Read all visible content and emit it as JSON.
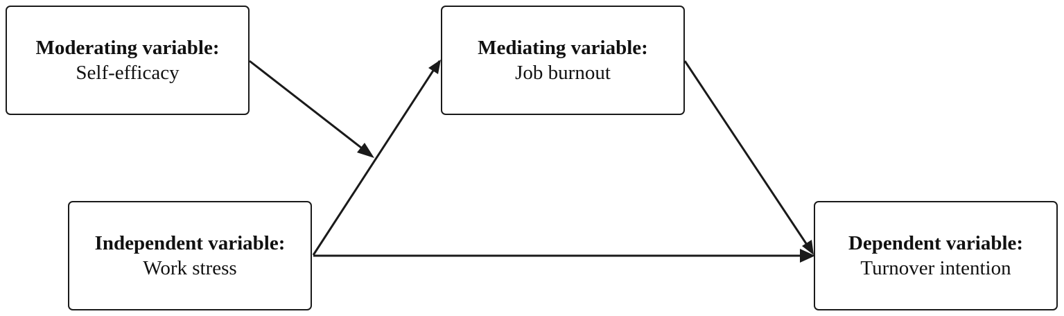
{
  "diagram": {
    "nodes": {
      "moderating": {
        "title": "Moderating variable:",
        "value": "Self-efficacy"
      },
      "mediating": {
        "title": "Mediating variable:",
        "value": "Job burnout"
      },
      "independent": {
        "title": "Independent variable:",
        "value": "Work stress"
      },
      "dependent": {
        "title": "Dependent variable:",
        "value": "Turnover intention"
      }
    },
    "edges": [
      {
        "from": "independent",
        "to": "mediating"
      },
      {
        "from": "mediating",
        "to": "dependent"
      },
      {
        "from": "independent",
        "to": "dependent"
      },
      {
        "from": "moderating",
        "to": "independent-mediating-path"
      }
    ],
    "colors": {
      "stroke": "#1a1a1a",
      "background": "#ffffff"
    }
  }
}
